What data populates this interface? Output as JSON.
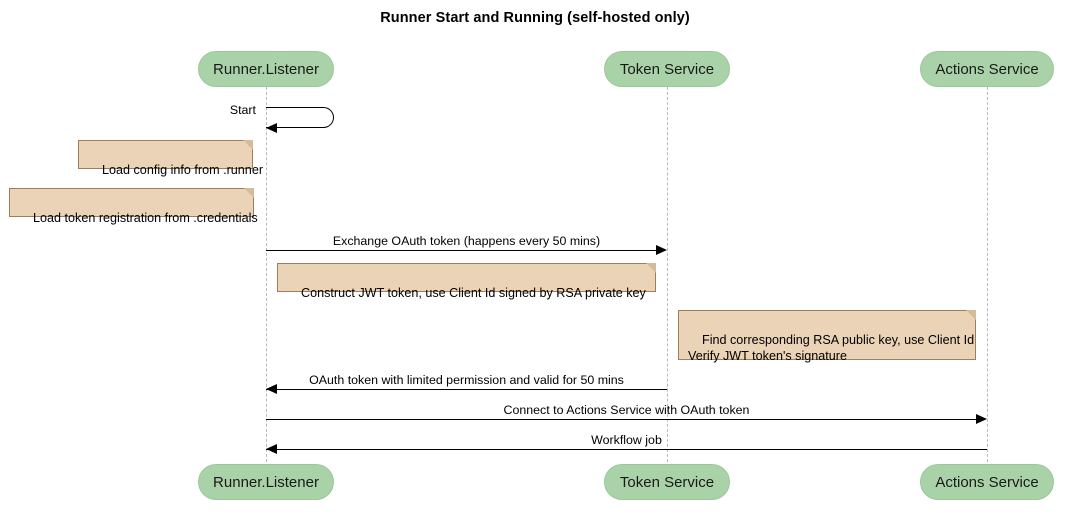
{
  "diagram": {
    "title": "Runner Start and Running (self-hosted only)",
    "type": "sequence-diagram",
    "colors": {
      "participant_fill": "#a9d2a8",
      "note_fill": "#ead3b7",
      "note_border": "#a07d58",
      "lifeline": "#b9b9b9",
      "arrow": "#000000",
      "background": "#ffffff"
    },
    "participants": [
      {
        "id": "runner",
        "label": "Runner.Listener"
      },
      {
        "id": "token",
        "label": "Token Service"
      },
      {
        "id": "actions",
        "label": "Actions Service"
      }
    ],
    "messages": [
      {
        "id": "start",
        "label": "Start",
        "from": "runner",
        "to": "runner",
        "kind": "self",
        "arrow": "solid"
      },
      {
        "id": "exchange",
        "label": "Exchange OAuth token (happens every 50 mins)",
        "from": "runner",
        "to": "token",
        "kind": "right",
        "arrow": "solid"
      },
      {
        "id": "oauth-return",
        "label": "OAuth token with limited permission and valid for 50 mins",
        "from": "token",
        "to": "runner",
        "kind": "left",
        "arrow": "solid"
      },
      {
        "id": "connect",
        "label": "Connect to Actions Service with OAuth token",
        "from": "runner",
        "to": "actions",
        "kind": "right",
        "arrow": "solid"
      },
      {
        "id": "workflow-job",
        "label": "Workflow job",
        "from": "actions",
        "to": "runner",
        "kind": "left",
        "arrow": "solid"
      }
    ],
    "notes": [
      {
        "id": "note-config",
        "text": "Load config info from .runner",
        "attached_to": "runner",
        "side": "left"
      },
      {
        "id": "note-credentials",
        "text": "Load token registration from .credentials",
        "attached_to": "runner",
        "side": "left"
      },
      {
        "id": "note-jwt",
        "text": "Construct JWT token, use Client Id signed by RSA private key",
        "attached_to": "runner",
        "side": "right"
      },
      {
        "id": "note-verify",
        "text": "Find corresponding RSA public key, use Client Id\nVerify JWT token's signature",
        "attached_to": "token",
        "side": "right"
      }
    ]
  }
}
